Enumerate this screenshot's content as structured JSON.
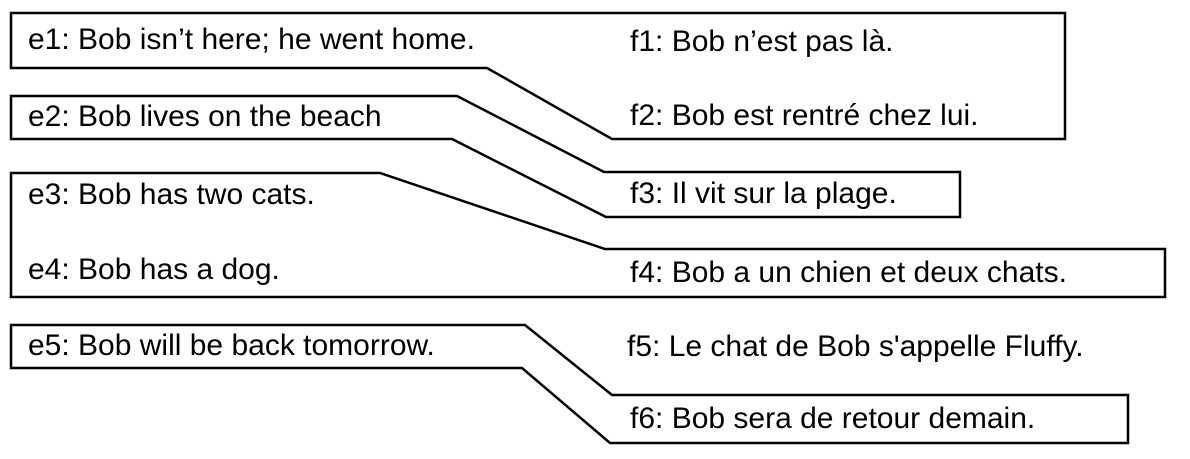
{
  "colors": {
    "background": "#ffffff",
    "outline": "#000000",
    "text": "#000000"
  },
  "sentences": {
    "e1": "e1: Bob isn’t here; he went home.",
    "e2": "e2: Bob lives on the beach",
    "e3": "e3: Bob has two cats.",
    "e4": "e4: Bob has a dog.",
    "e5": "e5: Bob will be back tomorrow.",
    "f1": "f1: Bob n’est pas là.",
    "f2": "f2: Bob est rentré chez lui.",
    "f3": "f3: Il vit sur la plage.",
    "f4": "f4: Bob a un chien et deux chats.",
    "f5": "f5: Le chat de Bob s'appelle Fluffy.",
    "f6": "f6: Bob sera de retour demain."
  },
  "alignments": [
    {
      "english": [
        "e1"
      ],
      "french": [
        "f1",
        "f2"
      ]
    },
    {
      "english": [
        "e2"
      ],
      "french": [
        "f3"
      ]
    },
    {
      "english": [
        "e3",
        "e4"
      ],
      "french": [
        "f4"
      ]
    },
    {
      "english": [
        "e5"
      ],
      "french": [
        "f6"
      ]
    },
    {
      "english": [],
      "french": [
        "f5"
      ]
    }
  ]
}
